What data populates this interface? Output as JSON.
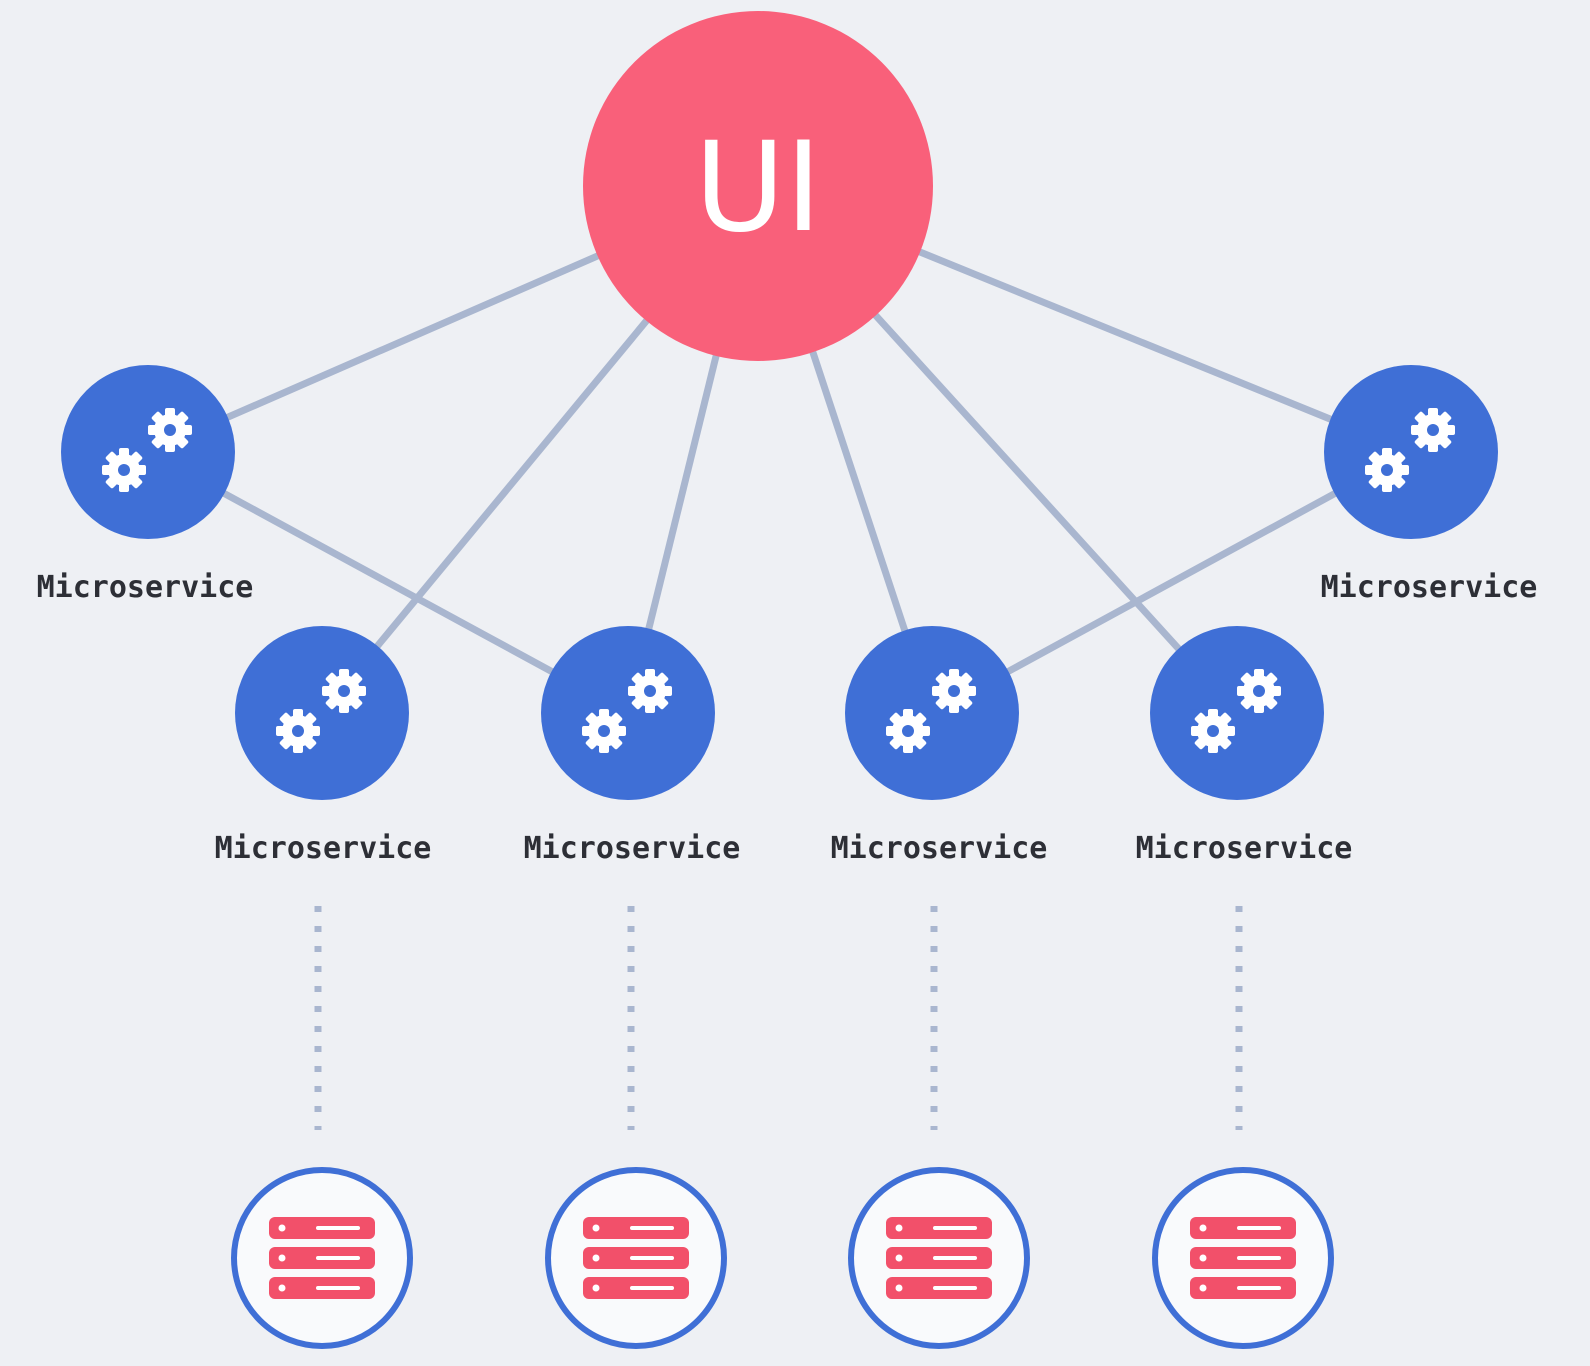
{
  "diagram": {
    "colors": {
      "background": "#eef0f4",
      "ui_node": "#f9607a",
      "service_node": "#3f6fd6",
      "connector": "#a9b6cf",
      "database_ring": "#3f6fd6",
      "database_fill": "#f9fafc",
      "database_icon": "#f2506a",
      "label_text": "#2d2f36"
    },
    "ui_node": {
      "label": "UI"
    },
    "services": [
      {
        "id": "svc-1",
        "label": "Microservice",
        "icon": "gears-icon"
      },
      {
        "id": "svc-2",
        "label": "Microservice",
        "icon": "gears-icon"
      },
      {
        "id": "svc-3",
        "label": "Microservice",
        "icon": "gears-icon"
      },
      {
        "id": "svc-4",
        "label": "Microservice",
        "icon": "gears-icon"
      },
      {
        "id": "svc-5",
        "label": "Microservice",
        "icon": "gears-icon"
      },
      {
        "id": "svc-6",
        "label": "Microservice",
        "icon": "gears-icon"
      }
    ],
    "databases": [
      {
        "id": "db-1",
        "icon": "database-server-icon"
      },
      {
        "id": "db-2",
        "icon": "database-server-icon"
      },
      {
        "id": "db-3",
        "icon": "database-server-icon"
      },
      {
        "id": "db-4",
        "icon": "database-server-icon"
      }
    ],
    "edges": [
      {
        "from": "ui",
        "to": "svc-1",
        "style": "solid"
      },
      {
        "from": "ui",
        "to": "svc-2",
        "style": "solid"
      },
      {
        "from": "ui",
        "to": "svc-3",
        "style": "solid"
      },
      {
        "from": "ui",
        "to": "svc-4",
        "style": "solid"
      },
      {
        "from": "ui",
        "to": "svc-5",
        "style": "solid"
      },
      {
        "from": "ui",
        "to": "svc-6",
        "style": "solid"
      },
      {
        "from": "svc-1",
        "to": "svc-3",
        "style": "solid"
      },
      {
        "from": "svc-6",
        "to": "svc-4",
        "style": "solid"
      },
      {
        "from": "svc-2",
        "to": "db-1",
        "style": "dotted"
      },
      {
        "from": "svc-3",
        "to": "db-2",
        "style": "dotted"
      },
      {
        "from": "svc-4",
        "to": "db-3",
        "style": "dotted"
      },
      {
        "from": "svc-5",
        "to": "db-4",
        "style": "dotted"
      }
    ]
  }
}
